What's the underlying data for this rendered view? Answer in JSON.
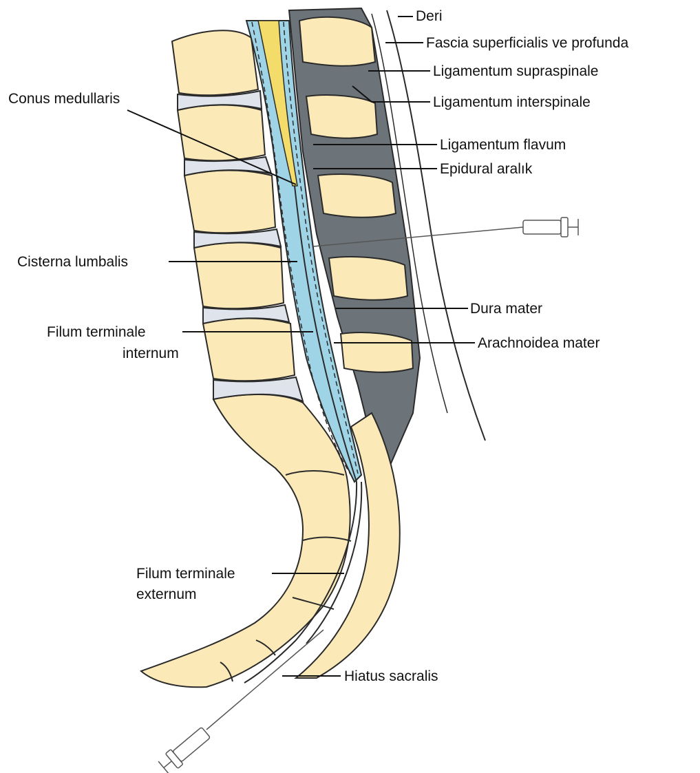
{
  "labels": {
    "deri": "Deri",
    "fascia": "Fascia superficialis ve profunda",
    "lig_supraspinale": "Ligamentum supraspinale",
    "lig_interspinale": "Ligamentum interspinale",
    "lig_flavum": "Ligamentum flavum",
    "epidural": "Epidural aralık",
    "conus": "Conus medullaris",
    "cisterna": "Cisterna lumbalis",
    "filum_internum_1": "Filum terminale",
    "filum_internum_2": "internum",
    "dura": "Dura mater",
    "arachnoidea": "Arachnoidea mater",
    "filum_externum_1": "Filum terminale",
    "filum_externum_2": "externum",
    "hiatus": "Hiatus sacralis"
  },
  "colors": {
    "bone": "#fbe9b8",
    "disc": "#dfe4ec",
    "csf": "#9fd3e6",
    "cord": "#f3dc6a",
    "ligament": "#6c7479",
    "outline": "#2a2a2a"
  },
  "icons": [
    "syringe-lumbar-icon",
    "syringe-caudal-icon"
  ]
}
